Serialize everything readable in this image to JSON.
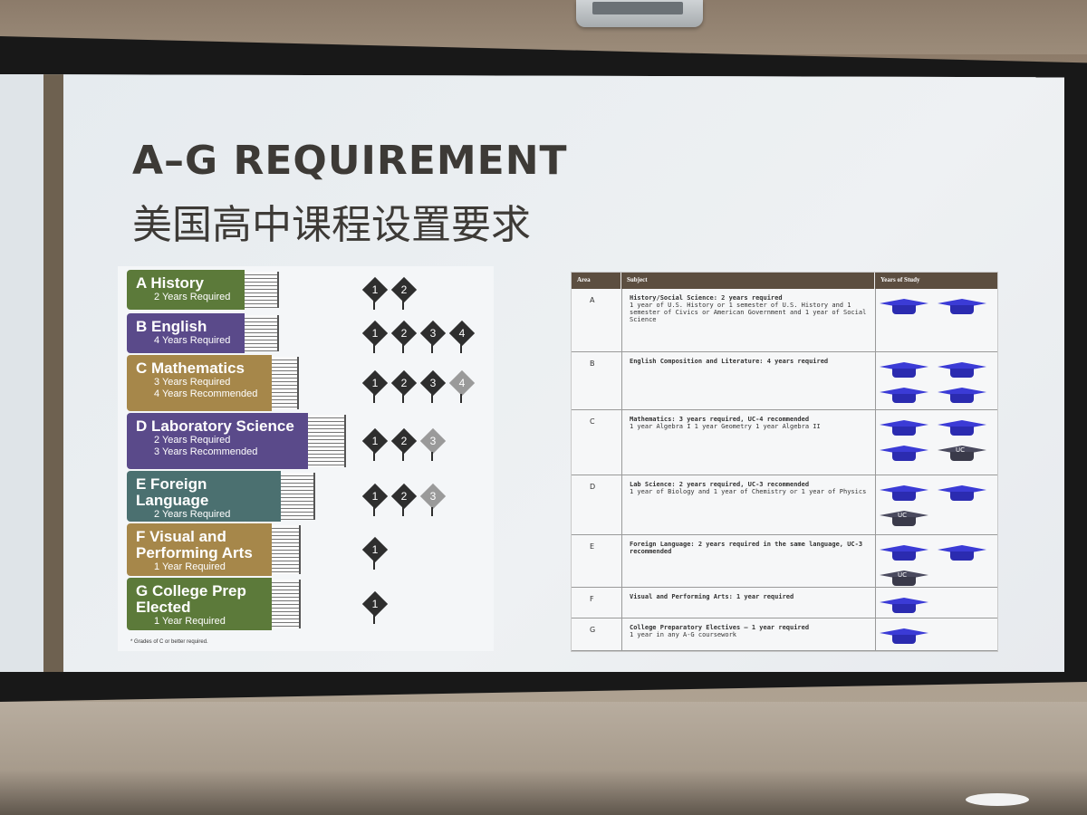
{
  "slide": {
    "title_en": "A–G REQUIREMENT",
    "title_zh": "美国高中课程设置要求",
    "footnote": "* Grades of C or better required."
  },
  "books": [
    {
      "letter": "A",
      "name": "History",
      "lines": [
        "2 Years Required"
      ],
      "color": "#5c7a3a",
      "diamonds": [
        {
          "n": "1",
          "light": false
        },
        {
          "n": "2",
          "light": false
        }
      ]
    },
    {
      "letter": "B",
      "name": "English",
      "lines": [
        "4 Years Required"
      ],
      "color": "#5a4a8a",
      "diamonds": [
        {
          "n": "1",
          "light": false
        },
        {
          "n": "2",
          "light": false
        },
        {
          "n": "3",
          "light": false
        },
        {
          "n": "4",
          "light": false
        }
      ]
    },
    {
      "letter": "C",
      "name": "Mathematics",
      "lines": [
        "3 Years Required",
        "4 Years Recommended"
      ],
      "color": "#a6874a",
      "diamonds": [
        {
          "n": "1",
          "light": false
        },
        {
          "n": "2",
          "light": false
        },
        {
          "n": "3",
          "light": false
        },
        {
          "n": "4",
          "light": true
        }
      ]
    },
    {
      "letter": "D",
      "name": "Laboratory Science",
      "lines": [
        "2 Years Required",
        "3 Years Recommended"
      ],
      "color": "#5a4a8a",
      "diamonds": [
        {
          "n": "1",
          "light": false
        },
        {
          "n": "2",
          "light": false
        },
        {
          "n": "3",
          "light": true
        }
      ]
    },
    {
      "letter": "E",
      "name": "Foreign Language",
      "lines": [
        "2 Years Required",
        "3 Years Recommended"
      ],
      "color": "#4b7070",
      "diamonds": [
        {
          "n": "1",
          "light": false
        },
        {
          "n": "2",
          "light": false
        },
        {
          "n": "3",
          "light": true
        }
      ]
    },
    {
      "letter": "F",
      "name": "Visual and Performing Arts",
      "lines": [
        "1 Year Required"
      ],
      "color": "#a6874a",
      "diamonds": [
        {
          "n": "1",
          "light": false
        }
      ]
    },
    {
      "letter": "G",
      "name": "College Prep Elected",
      "lines": [
        "1 Year Required"
      ],
      "color": "#5c7a3a",
      "diamonds": [
        {
          "n": "1",
          "light": false
        }
      ]
    }
  ],
  "table": {
    "headers": [
      "Area",
      "Subject",
      "Years of Study"
    ],
    "rows": [
      {
        "area": "A",
        "bold": "History/Social Science: 2 years required",
        "text": "1 year of U.S. History or 1 semester of U.S. History and 1 semester of Civics or American Government and 1 year of Social Science",
        "caps": [
          false,
          false
        ]
      },
      {
        "area": "B",
        "bold": "English Composition and Literature: 4 years required",
        "text": "",
        "caps": [
          false,
          false,
          false,
          false
        ]
      },
      {
        "area": "C",
        "bold": "Mathematics: 3 years required, UC-4 recommended",
        "text": "1 year Algebra I  1 year Geometry  1 year Algebra II",
        "caps": [
          false,
          false,
          false,
          true
        ]
      },
      {
        "area": "D",
        "bold": "Lab Science: 2 years required, UC-3 recommended",
        "text": "1 year of Biology and 1 year of Chemistry or 1 year of Physics",
        "caps": [
          false,
          false,
          true
        ]
      },
      {
        "area": "E",
        "bold": "Foreign Language: 2 years required in the same language, UC-3 recommended",
        "text": "",
        "caps": [
          false,
          false,
          true
        ]
      },
      {
        "area": "F",
        "bold": "Visual and Performing Arts: 1 year required",
        "text": "",
        "caps": [
          false
        ]
      },
      {
        "area": "G",
        "bold": "College Preparatory Electives – 1 year required",
        "text": "1 year in any A-G coursework",
        "caps": [
          false
        ]
      }
    ],
    "uc_label": "UC"
  }
}
